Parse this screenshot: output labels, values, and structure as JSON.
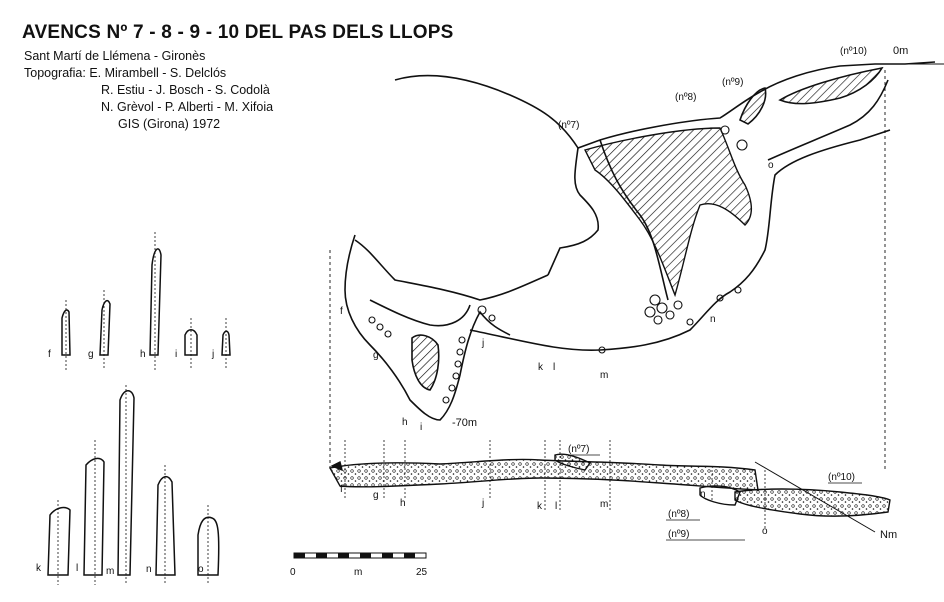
{
  "title": "AVENCS Nº 7 - 8 - 9 - 10 DEL PAS DELS LLOPS",
  "location": "Sant Martí de Llémena - Gironès",
  "credits": {
    "line1": "Topografia: E. Mirambell - S. Delclós",
    "line2": "R. Estiu - J. Bosch - S. Codolà",
    "line3": "N. Grèvol - P. Alberti - M. Xifoia",
    "line4": "GIS (Girona)  1972"
  },
  "profile": {
    "entrance_labels": [
      "(nº7)",
      "(nº8)",
      "(nº9)",
      "(nº10)"
    ],
    "datum": "0m",
    "depth": "-70m",
    "section_letters": [
      "f",
      "g",
      "h",
      "i",
      "j",
      "k",
      "l",
      "m",
      "n",
      "o"
    ]
  },
  "cross_sections": {
    "top_row": [
      "f",
      "g",
      "h",
      "i",
      "j"
    ],
    "bottom_row": [
      "k",
      "l",
      "m",
      "n",
      "o"
    ]
  },
  "plan": {
    "entrance_labels": [
      "(nº7)",
      "(nº8)",
      "(nº9)",
      "(nº10)"
    ],
    "section_letters": [
      "f",
      "g",
      "h",
      "j",
      "k",
      "l",
      "m",
      "n",
      "o"
    ],
    "north": "Nm"
  },
  "scale_bar": {
    "start": "0",
    "unit": "m",
    "end": "25"
  }
}
